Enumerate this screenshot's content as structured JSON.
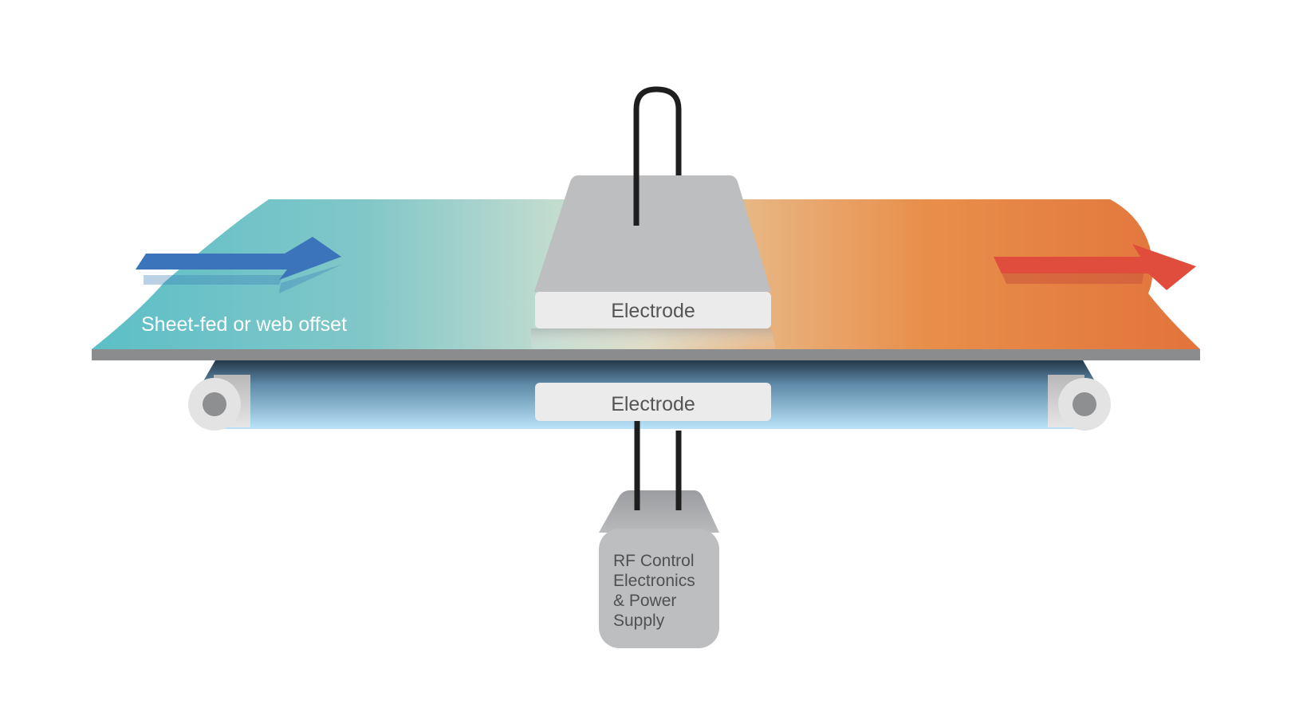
{
  "labels": {
    "sheet": "Sheet-fed or web offset",
    "top_electrode": "Electrode",
    "bottom_electrode": "Electrode",
    "rf_box_lines": [
      "RF Control",
      "Electronics",
      "& Power",
      "Supply"
    ]
  },
  "colors": {
    "sheet_cool": "#5cc0c7",
    "sheet_mid": "#c8dfd0",
    "sheet_warm": "#e4743c",
    "arrow_in": "#3d78bf",
    "arrow_out": "#e14f3d",
    "electrode_body": "#bdbec0",
    "electrode_plate": "#ececec",
    "electrode_text": "#555555",
    "belt_dark": "#2a3c4f",
    "belt_light": "#b5e0f7",
    "sheet_edge": "#8a8c8e",
    "roller_outer": "#e3e3e3",
    "roller_inner": "#8e8f91",
    "wire": "#1e1e1e"
  }
}
